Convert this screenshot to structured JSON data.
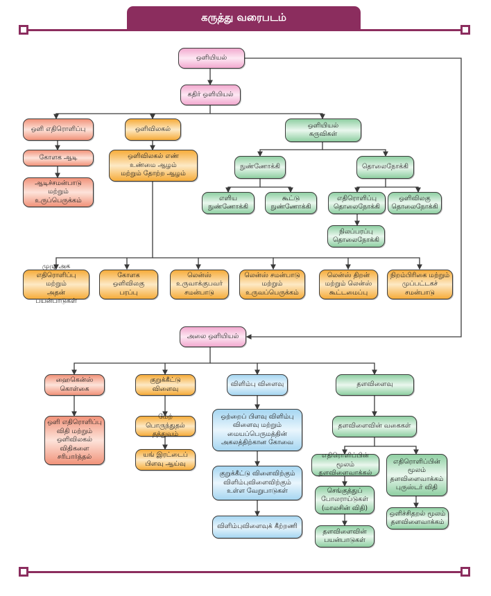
{
  "header": {
    "title": "கருத்து வரைபடம்"
  },
  "colors": {
    "accent": "#8b2d5e",
    "line": "#3a3a3a",
    "pink": "#f2a9cf",
    "salmon": "#f1937a",
    "orange": "#f6ac3a",
    "green": "#8fcfa2",
    "blue": "#a6d6f1"
  },
  "nodes": {
    "optics": "ஒளியியல்",
    "ray_optics": "கதிர் ஒளியியல்",
    "reflection": "ஒளி எதிரொளிப்பு",
    "spherical_mirror": "கோளக ஆடி",
    "mirror_equation": "ஆடிச்சமன்பாடு\nமற்றும்\nஉருப்பெருக்கம்",
    "refraction": "ஒளிவிலகல்",
    "refractive_index": "ஒளிவிலகல் எண்\nஉண்மை ஆழம்\nமற்றும் தோற்ற ஆழம்",
    "optical_instruments": "ஒளியியல்\nகருவிகள்",
    "microscope": "நுண்ணோக்கி",
    "simple_microscope": "எளிய\nநுண்ணோக்கி",
    "compound_microscope": "கூட்டு\nநுண்ணோக்கி",
    "telescope": "தொலைநோக்கி",
    "reflecting_telescope": "எதிரொளிப்பு\nதொலைநோக்கி",
    "refracting_telescope": "ஒளிவிலகு\nதொலைநோக்கி",
    "terrestrial_telescope": "நிலப்பரப்பு\nதொலைநோக்கி",
    "total_internal_reflection": "முழு அக\nஎதிரொளிப்பு மற்றும்\nஅதன் பயன்பாடுகள்",
    "spherical_refracting_surface": "கோளக\nஒளிவிலகு\nபரப்பு",
    "lens_makers_equation": "லென்ஸ்\nஉருவாக்குபவர்\nசமன்பாடு",
    "lens_equation": "லென்ஸ் சமன்பாடு\nமற்றும்\nஉருவப்பெருக்கம்",
    "lens_power": "லென்ஸ் திறன்\nமற்றும் லென்ஸ்\nகூட்டமைப்பு",
    "prism": "நிறம்பிரிகை மற்றும்\nமுப்பட்டகச்\nசமன்பாடு",
    "wave_optics": "அலை ஒளியியல்",
    "huygens": "ஹைகென்ஸ்\nகொள்கை",
    "huygens_verify": "ஒளி எதிரொளிப்பு\nவிதி மற்றும்\nஒளிவிலகல்\nவிதிகளை\nசரிபார்த்தல்",
    "interference": "குறுக்கீட்டு\nவிளைவு",
    "superposition": "மேற் பொருந்துதல்\nதத்துவம்",
    "youngs": "யங் இரட்டைப்\nபிளவு ஆய்வு",
    "diffraction": "விளிம்பு விளைவு",
    "single_slit": "ஒற்றைப் பிளவு விளிம்பு\nவிளைவு மற்றும்\nமையப்பெருமத்தின்\nஅகலத்திற்கான கோவை",
    "diff_vs_int": "குறுக்கீட்டு விளைவிற்கும்\nவிளிம்புவிளைவிற்கும்\nஉள்ள வேறுபாடுகள்",
    "grating": "விளிம்புவிளைவுக் கீற்றணி",
    "polarisation": "தளவிளைவு",
    "polarisation_types": "தளவிளைவின் வகைகள்",
    "pol_by_reflection": "எதிரொளிப்பின் மூலம்\nதளவிளைவாக்கல்",
    "polaroids": "செங்குத்துப்\nபோலராய்டுகள்\n(மாலசின் விதி)",
    "pol_uses": "தளவிளைவின்\nபயன்பாடுகள்",
    "brewster": "எதிரொளிப்பின்\nமூலம்\nதளவிளைவாக்கம்\nபுருஸ்டர் விதி",
    "pol_by_scattering": "ஒளிச்சிதறல் மூலம்\nதளவிளைவாக்கம்"
  }
}
